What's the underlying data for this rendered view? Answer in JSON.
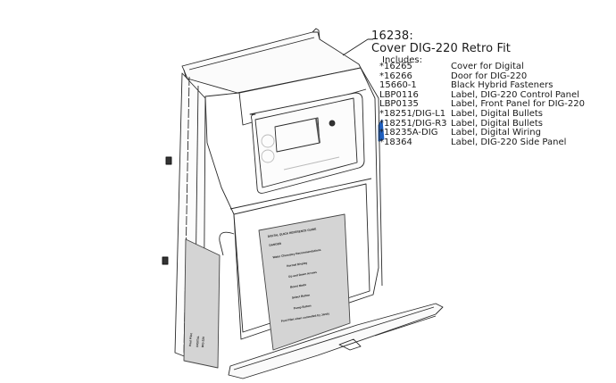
{
  "callout": {
    "number": "16238:",
    "title": "Cover DIG-220 Retro Fit",
    "includes_label": "Includes:"
  },
  "parts": [
    {
      "pn": "*16265",
      "desc": "Cover for Digital"
    },
    {
      "pn": "*16266",
      "desc": "Door for DIG-220"
    },
    {
      "pn": " 15660-1",
      "desc": " Black Hybrid Fasteners"
    },
    {
      "pn": "  LBP0116",
      "desc": "Label, DIG-220 Control Panel"
    },
    {
      "pn": "  LBP0135",
      "desc": "Label, Front Panel for DIG-220"
    },
    {
      "pn": "*18251/DIG-L1",
      "desc": "Label, Digital Bullets"
    },
    {
      "pn": "*18251/DIG-R3",
      "desc": "Label, Digital Bullets"
    },
    {
      "pn": "*18235A-DIG",
      "desc": "Label, Digital Wiring"
    },
    {
      "pn": "*18364",
      "desc": "Label, DIG-220 Side Panel"
    }
  ],
  "quick_guide": {
    "lines": [
      "DIGITAL QUICK REFERENCE GUIDE",
      "DANGER",
      "Water Chemistry Recommendations",
      "Normal Display",
      "Up and Down Arrows",
      "Boost Mode",
      "Select Button",
      "Pump Button",
      "Pool Pilot when controlled by Jandy"
    ]
  },
  "side_label": {
    "lines": [
      "Pool Pilot",
      "DIGITAL",
      "DIG-220"
    ]
  },
  "colors": {
    "line": "#2a2a2a",
    "label_fill": "#d4d4d4",
    "accent_blue": "#1f5fbf"
  }
}
